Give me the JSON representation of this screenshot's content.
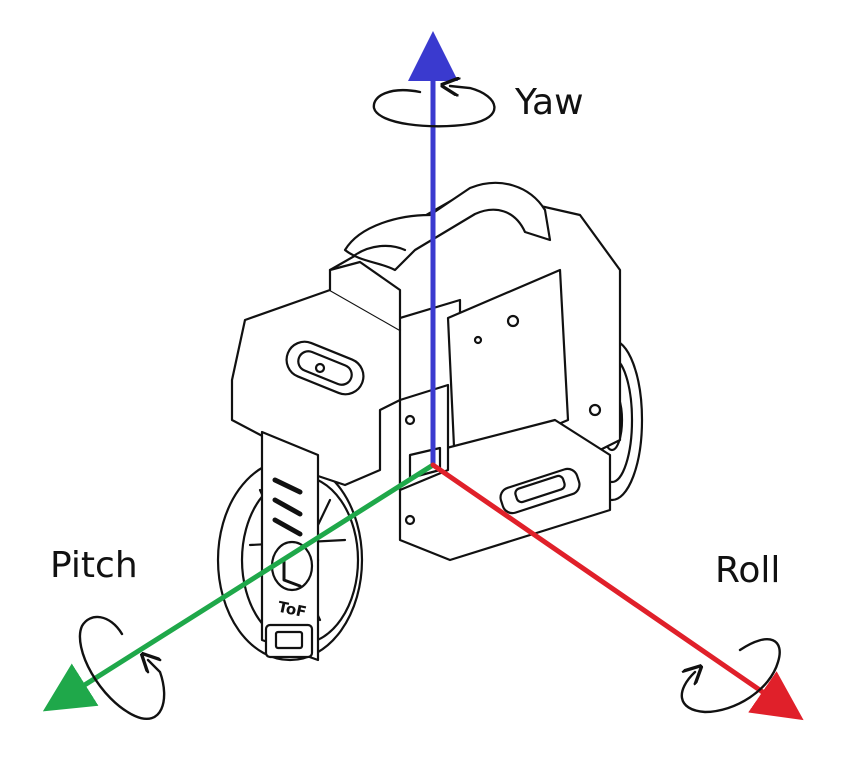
{
  "diagram": {
    "axes": [
      {
        "key": "yaw",
        "label": "Yaw",
        "color": "#3a3acf",
        "direction": "up"
      },
      {
        "key": "pitch",
        "label": "Pitch",
        "color": "#1fa84a",
        "direction": "front-left"
      },
      {
        "key": "roll",
        "label": "Roll",
        "color": "#e0202a",
        "direction": "front-right"
      }
    ],
    "device_marking": "ToF",
    "rotation_arrows": [
      "yaw-rotation",
      "pitch-rotation",
      "roll-rotation"
    ]
  },
  "colors": {
    "yaw": "#3a3acf",
    "pitch": "#1fa84a",
    "roll": "#e0202a",
    "outline": "#111111"
  }
}
